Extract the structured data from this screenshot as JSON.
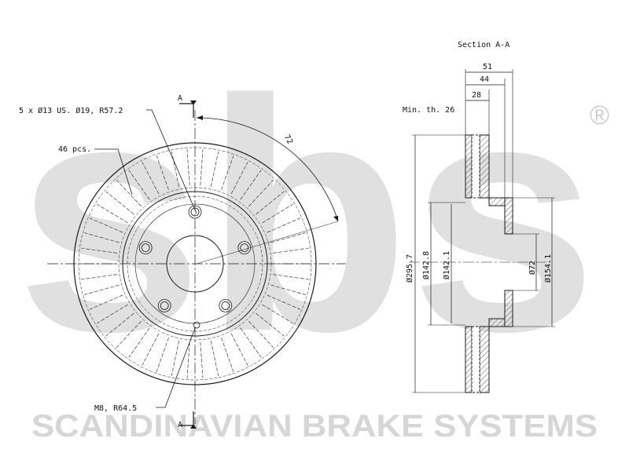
{
  "watermark": {
    "logo_text": "sbs",
    "registered_mark": "®",
    "brand_line": "SCANDINAVIAN BRAKE SYSTEMS",
    "color": "#d9d9d9"
  },
  "front_view": {
    "section_marker_top": "A",
    "section_marker_bottom": "A",
    "callout_bolt_holes": "5 x Ø13 US. Ø19, R57.2",
    "callout_vanes": "46 pcs.",
    "callout_thread": "M8, R64.5",
    "angle_label": "72"
  },
  "section_view": {
    "title": "Section A-A",
    "min_thickness": "Min. th. 26",
    "dim_width_overall": "51",
    "dim_width_hat": "44",
    "dim_width_disc": "28",
    "dim_diameter_outer": "Ø295.7",
    "dim_diameter_hat_outer": "Ø142.8",
    "dim_diameter_hat_inner": "Ø142.1",
    "dim_diameter_bore": "Ø72",
    "dim_diameter_hat_face": "Ø154.1"
  },
  "colors": {
    "line": "#1a1a1a",
    "hatch": "#555555"
  }
}
